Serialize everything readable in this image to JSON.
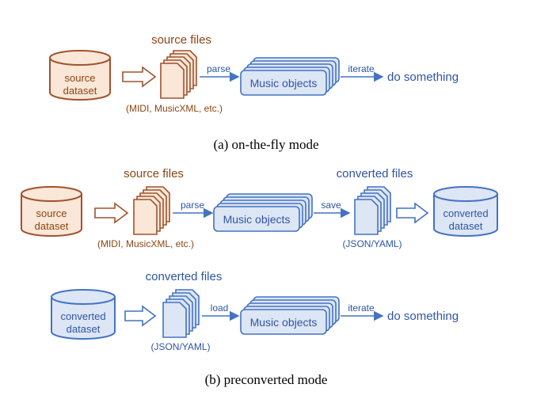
{
  "colors": {
    "orange_stroke": "#A0522D",
    "orange_fill": "#FBE7D8",
    "blue_stroke": "#4472C4",
    "blue_fill": "#DDE6F5",
    "text_orange": "#8B4513",
    "text_blue": "#2F55A4"
  },
  "panel_a": {
    "source_files_label": "source files",
    "dataset_line1": "source",
    "dataset_line2": "dataset",
    "formats": "(MIDI, MusicXML, etc.)",
    "parse": "parse",
    "music_objects": "Music objects",
    "iterate": "iterate",
    "do_something": "do something",
    "caption": "(a) on-the-fly mode"
  },
  "panel_b": {
    "source_files_label": "source files",
    "dataset_line1": "source",
    "dataset_line2": "dataset",
    "formats": "(MIDI, MusicXML, etc.)",
    "parse": "parse",
    "music_objects": "Music objects",
    "save": "save",
    "converted_files_label": "converted files",
    "converted_formats": "(JSON/YAML)",
    "converted_dataset_line1": "converted",
    "converted_dataset_line2": "dataset",
    "row2": {
      "converted_files_label": "converted files",
      "dataset_line1": "converted",
      "dataset_line2": "dataset",
      "load": "load",
      "converted_formats": "(JSON/YAML)",
      "music_objects": "Music objects",
      "iterate": "iterate",
      "do_something": "do something"
    },
    "caption": "(b) preconverted mode"
  }
}
